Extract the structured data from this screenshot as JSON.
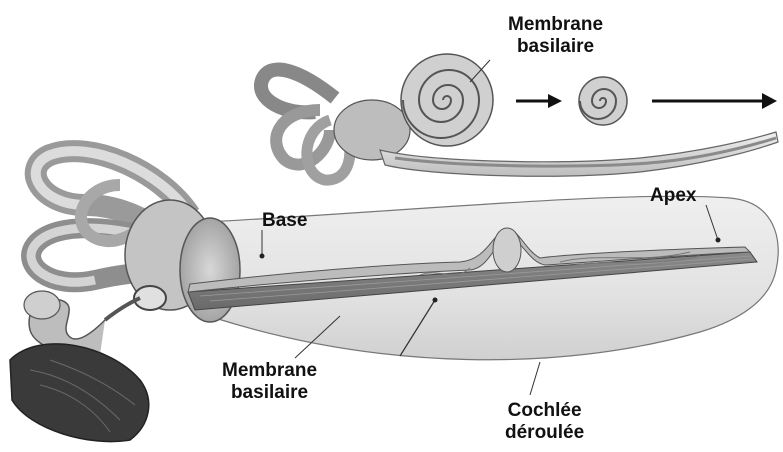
{
  "labels": {
    "top_membrane_line1": "Membrane",
    "top_membrane_line2": "basilaire",
    "base": "Base",
    "apex": "Apex",
    "bottom_membrane_line1": "Membrane",
    "bottom_membrane_line2": "basilaire",
    "cochlea_line1": "Cochlée",
    "cochlea_line2": "déroulée"
  },
  "colors": {
    "tissue_light": "#d9d9d9",
    "tissue_mid": "#a8a8a8",
    "tissue_dark": "#5a5a5a",
    "outline": "#444444",
    "arrow": "#111111"
  }
}
